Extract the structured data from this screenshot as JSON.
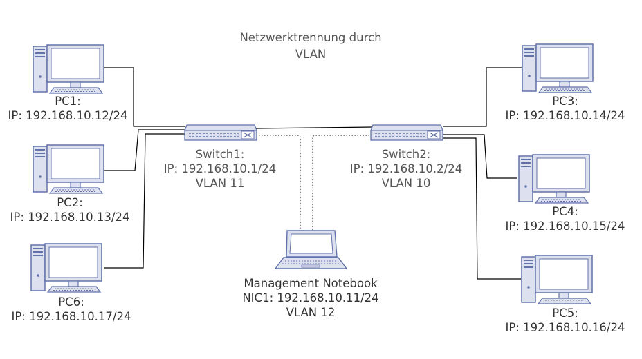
{
  "title": [
    "Netzwerktrennung durch",
    "VLAN"
  ],
  "pcs": [
    {
      "name": "PC1:",
      "ip": "IP: 192.168.10.12/24"
    },
    {
      "name": "PC2:",
      "ip": "IP: 192.168.10.13/24"
    },
    {
      "name": "PC6:",
      "ip": "IP: 192.168.10.17/24"
    },
    {
      "name": "PC3:",
      "ip": "IP: 192.168.10.14/24"
    },
    {
      "name": "PC4:",
      "ip": "IP: 192.168.10.15/24"
    },
    {
      "name": "PC5:",
      "ip": "IP: 192.168.10.16/24"
    }
  ],
  "switches": [
    {
      "name": "Switch1:",
      "ip": "IP: 192.168.10.1/24",
      "vlan": "VLAN 11"
    },
    {
      "name": "Switch2:",
      "ip": "IP: 192.168.10.2/24",
      "vlan": "VLAN 10"
    }
  ],
  "notebook": {
    "name": "Management Notebook",
    "nic": "NIC1: 192.168.10.11/24",
    "vlan": "VLAN 12"
  },
  "colors": {
    "device_fill": "#dde0ee",
    "device_stroke": "#6272ab",
    "cable": "#000000",
    "text": "#333333"
  }
}
